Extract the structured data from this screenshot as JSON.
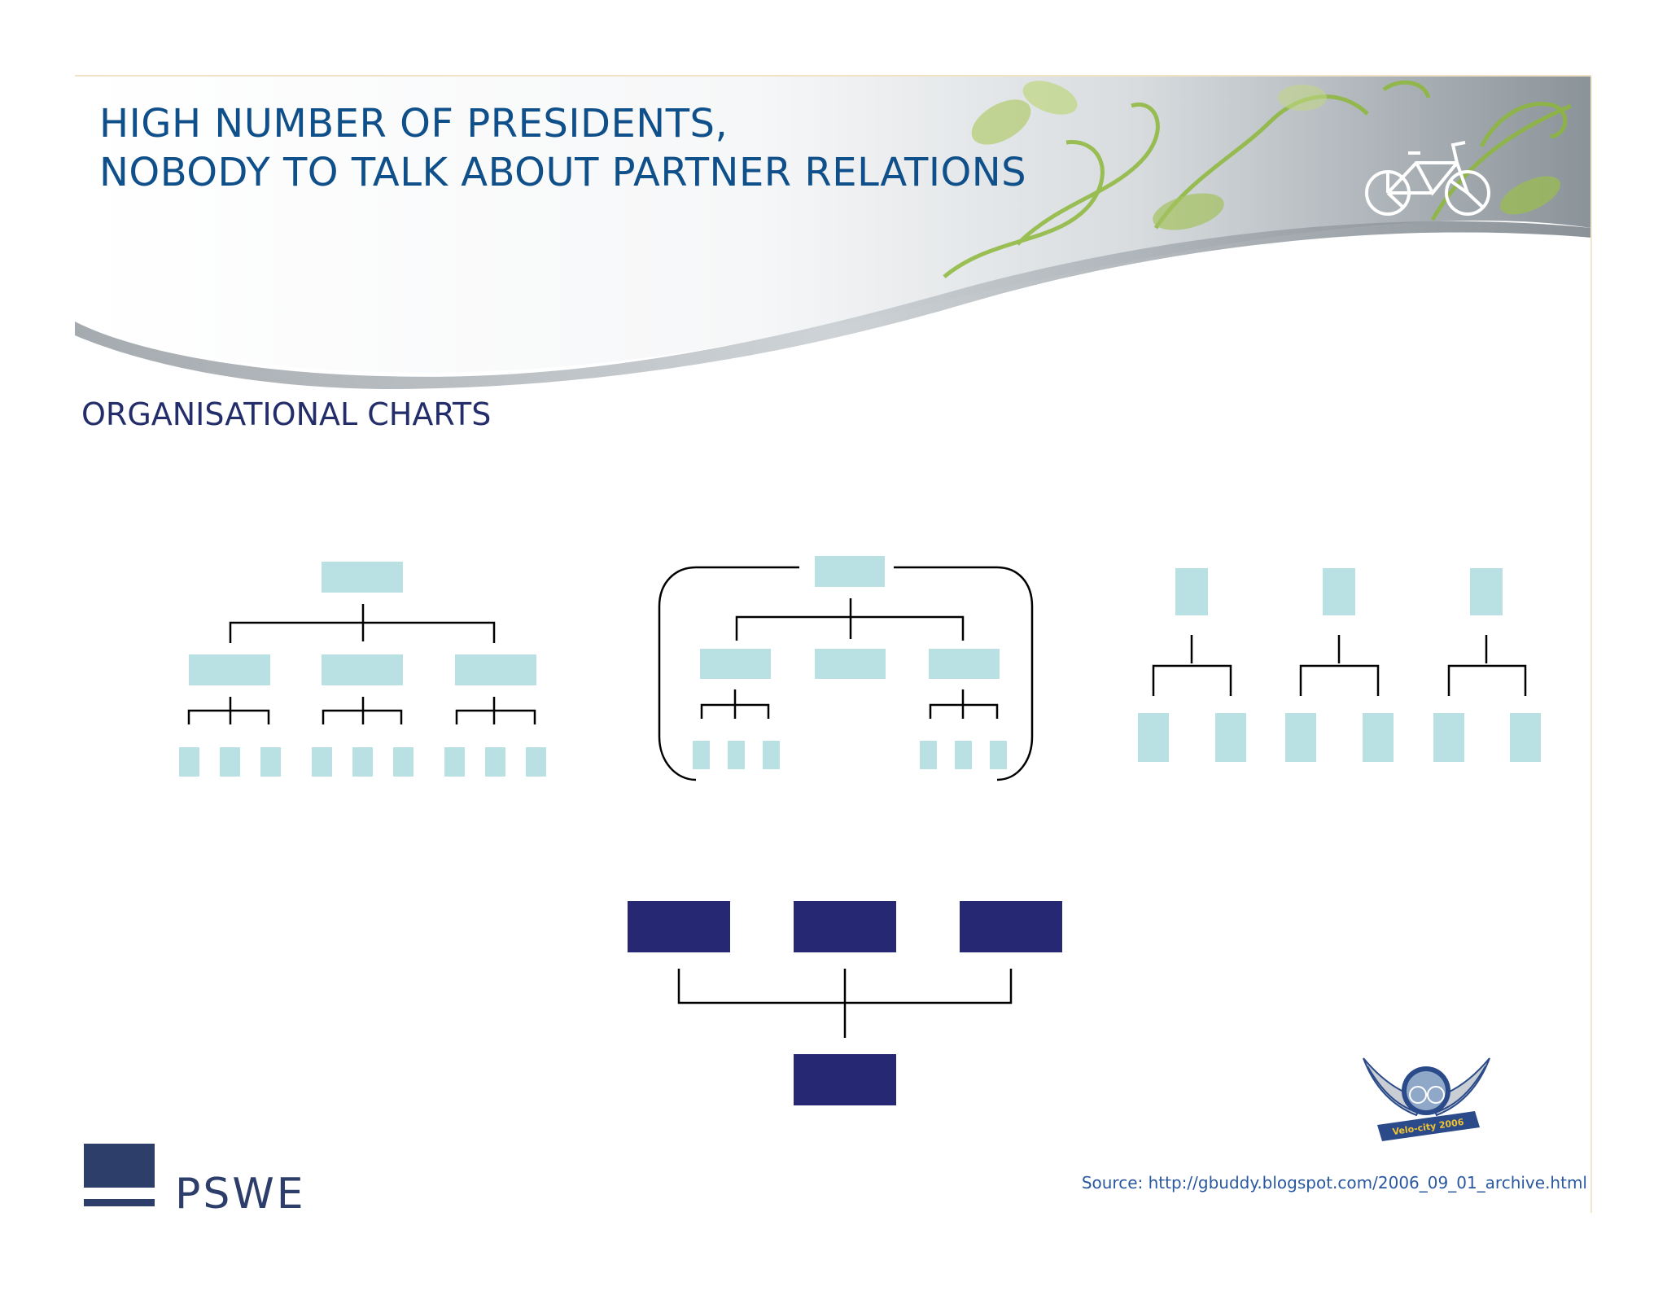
{
  "slide": {
    "title_line_1": "HIGH NUMBER OF PRESIDENTS,",
    "title_line_2": "NOBODY TO TALK ABOUT PARTNER RELATIONS",
    "subtitle": "ORGANISATIONAL CHARTS",
    "source": "Source: http://gbuddy.blogspot.com/2006_09_01_archive.html",
    "logo_text": "PSWE",
    "badge_text": "Velo-city 2006"
  },
  "colors": {
    "title": "#0f4f8a",
    "subtitle": "#232d6a",
    "light_box": "#b9e0e3",
    "dark_box": "#262874",
    "line": "#000000",
    "logo": "#2d3e6b",
    "accent_green": "#8db83a"
  },
  "icons": [
    "bicycle-icon",
    "velo-city-badge-icon",
    "pswe-logo-icon"
  ]
}
